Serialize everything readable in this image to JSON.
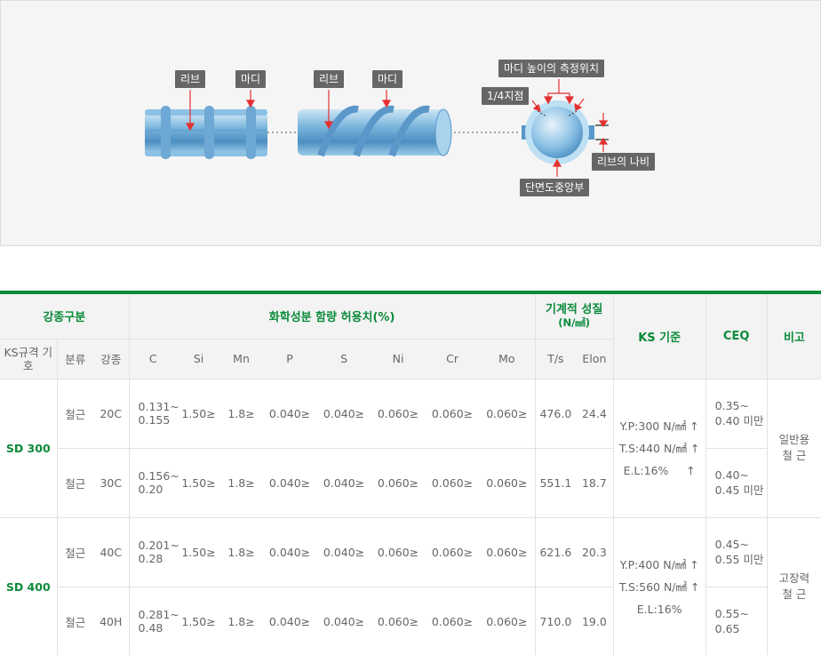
{
  "diagram": {
    "labels": {
      "rib1": "리브",
      "node1": "마디",
      "rib2": "리브",
      "node2": "마디",
      "node_height": "마디 높이의 측정위치",
      "quarter": "1/4지점",
      "rib_width": "리브의 나비",
      "center": "단면도중앙부"
    }
  },
  "table": {
    "groups": {
      "steel_class": "강종구분",
      "chemical": "화학성분 함량 허용치(%)",
      "mechanical_line1": "기계적 성질",
      "mechanical_line2": "(N/㎟)",
      "ks": "KS 기준",
      "ceq": "CEQ",
      "remark": "비고"
    },
    "subheaders": {
      "ks_code": "KS규격 기 호",
      "category": "분류",
      "steel_type": "강종",
      "c": "C",
      "si": "Si",
      "mn": "Mn",
      "p": "P",
      "s": "S",
      "ni": "Ni",
      "cr": "Cr",
      "mo": "Mo",
      "ts": "T/s",
      "elon": "Elon"
    },
    "grades": [
      {
        "code": "SD 300",
        "ks": [
          "Y.P:300 N/㎟ ↑",
          "T.S:440 N/㎟ ↑",
          "E.L:16%     ↑"
        ],
        "remark": "일반용 철 근",
        "rows": [
          {
            "category": "철근",
            "type": "20C",
            "c": "0.131~ 0.155",
            "si": "1.50≥",
            "mn": "1.8≥",
            "p": "0.040≥",
            "s": "0.040≥",
            "ni": "0.060≥",
            "cr": "0.060≥",
            "mo": "0.060≥",
            "ts": "476.0",
            "elon": "24.4",
            "ceq": "0.35~ 0.40 미만"
          },
          {
            "category": "철근",
            "type": "30C",
            "c": "0.156~ 0.20",
            "si": "1.50≥",
            "mn": "1.8≥",
            "p": "0.040≥",
            "s": "0.040≥",
            "ni": "0.060≥",
            "cr": "0.060≥",
            "mo": "0.060≥",
            "ts": "551.1",
            "elon": "18.7",
            "ceq": "0.40~ 0.45 미만"
          }
        ]
      },
      {
        "code": "SD 400",
        "ks": [
          "Y.P:400 N/㎟ ↑",
          "T.S:560 N/㎟ ↑",
          "E.L:16%"
        ],
        "remark": "고장력 철 근",
        "rows": [
          {
            "category": "철근",
            "type": "40C",
            "c": "0.201~ 0.28",
            "si": "1.50≥",
            "mn": "1.8≥",
            "p": "0.040≥",
            "s": "0.040≥",
            "ni": "0.060≥",
            "cr": "0.060≥",
            "mo": "0.060≥",
            "ts": "621.6",
            "elon": "20.3",
            "ceq": "0.45~ 0.55 미만"
          },
          {
            "category": "철근",
            "type": "40H",
            "c": "0.281~ 0.48",
            "si": "1.50≥",
            "mn": "1.8≥",
            "p": "0.040≥",
            "s": "0.040≥",
            "ni": "0.060≥",
            "cr": "0.060≥",
            "mo": "0.060≥",
            "ts": "710.0",
            "elon": "19.0",
            "ceq": "0.55~ 0.65"
          }
        ]
      }
    ]
  }
}
